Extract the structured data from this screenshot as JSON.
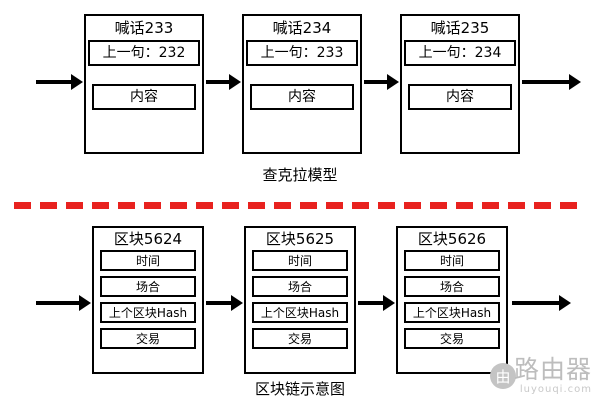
{
  "diagram": {
    "top_section": {
      "caption": "查克拉模型",
      "blocks": [
        {
          "title": "喊话233",
          "prev": "上一句：232",
          "content": "内容"
        },
        {
          "title": "喊话234",
          "prev": "上一句：233",
          "content": "内容"
        },
        {
          "title": "喊话235",
          "prev": "上一句：234",
          "content": "内容"
        }
      ]
    },
    "bottom_section": {
      "caption": "区块链示意图",
      "blocks": [
        {
          "title": "区块5624",
          "rows": [
            "时间",
            "场合",
            "上个区块Hash",
            "交易"
          ]
        },
        {
          "title": "区块5625",
          "rows": [
            "时间",
            "场合",
            "上个区块Hash",
            "交易"
          ]
        },
        {
          "title": "区块5626",
          "rows": [
            "时间",
            "场合",
            "上个区块Hash",
            "交易"
          ]
        }
      ]
    },
    "divider_color": "#e8221f",
    "watermark": {
      "main": "路由器",
      "sub": "luyouqi.com",
      "badge": "由"
    }
  }
}
